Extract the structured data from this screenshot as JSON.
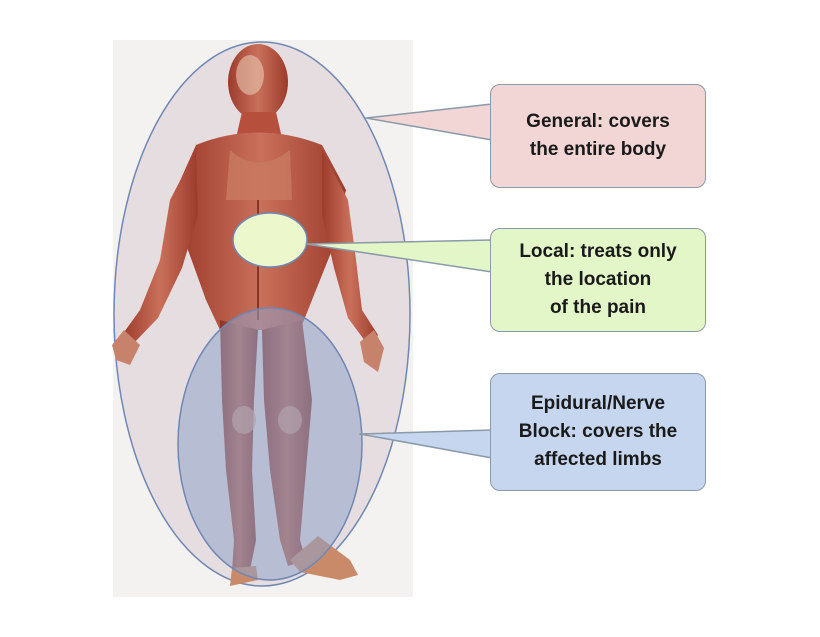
{
  "callouts": {
    "general": {
      "lines": [
        "General: covers",
        "the entire body"
      ],
      "fill": "#f2d6d5"
    },
    "local": {
      "lines": [
        "Local: treats only",
        "the location",
        "of the pain"
      ],
      "fill": "#e3f6c8"
    },
    "epidural": {
      "lines": [
        "Epidural/Nerve",
        "Block: covers the",
        "affected limbs"
      ],
      "fill": "#c5d6ee"
    }
  },
  "colors": {
    "general_region": "#e2d6da",
    "local_region": "#ecf8cc",
    "epidural_region": "#8fa3c8",
    "outline": "#6f87b4",
    "muscle": "#b8553f"
  },
  "figure": "anatomical muscle figure (front view)"
}
